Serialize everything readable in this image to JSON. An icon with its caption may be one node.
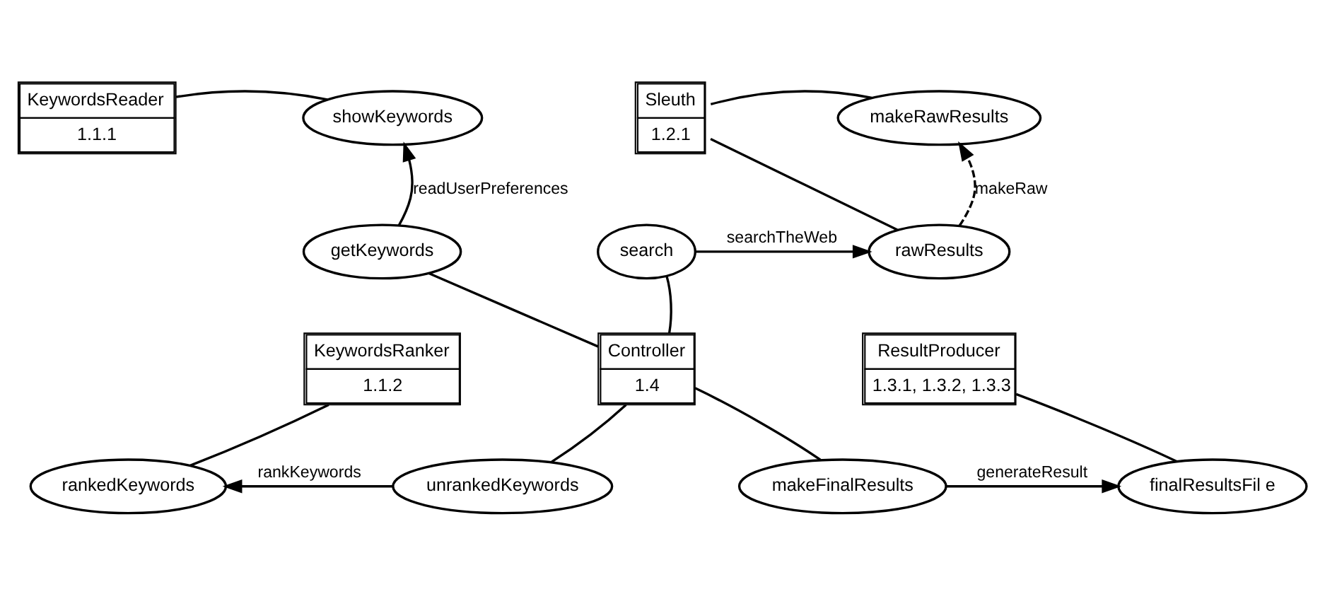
{
  "diagram": {
    "nodes": [
      {
        "text": [
          "KeywordsReader",
          "1.1.1"
        ]
      },
      {
        "text": [
          "showKeywords"
        ]
      },
      {
        "text": [
          "Sleuth",
          "1.2.1"
        ]
      },
      {
        "text": [
          "makeRawResults"
        ]
      },
      {
        "text": [
          "getKeywords"
        ]
      },
      {
        "text": [
          "search"
        ]
      },
      {
        "text": [
          "rawResults"
        ]
      },
      {
        "text": [
          "KeywordsRanker",
          "1.1.2"
        ]
      },
      {
        "text": [
          "Controller",
          "1.4"
        ]
      },
      {
        "text": [
          "ResultProducer",
          "1.3.1, 1.3.2, 1.3.3"
        ]
      },
      {
        "text": [
          "rankedKeywords"
        ]
      },
      {
        "text": [
          "unrankedKeywords"
        ]
      },
      {
        "text": [
          "makeFinalResults"
        ]
      },
      {
        "text": [
          "finalResultsFil e"
        ]
      }
    ],
    "edges": [
      {
        "from": 0,
        "to": 1,
        "arrow": "none"
      },
      {
        "from": 4,
        "to": 1,
        "arrow": "to",
        "label": "readUserPreferences"
      },
      {
        "from": 2,
        "to": 3,
        "arrow": "none"
      },
      {
        "from": 2,
        "to": 6,
        "arrow": "none"
      },
      {
        "from": 6,
        "to": 3,
        "arrow": "to",
        "label": "makeRaw",
        "style": "dashed"
      },
      {
        "from": 5,
        "to": 6,
        "arrow": "to",
        "label": "searchTheWeb"
      },
      {
        "from": 4,
        "to": 8,
        "arrow": "none"
      },
      {
        "from": 5,
        "to": 8,
        "arrow": "none"
      },
      {
        "from": 7,
        "to": 10,
        "arrow": "none"
      },
      {
        "from": 8,
        "to": 11,
        "arrow": "none"
      },
      {
        "from": 8,
        "to": 12,
        "arrow": "none"
      },
      {
        "from": 11,
        "to": 10,
        "arrow": "to",
        "label": "rankKeywords"
      },
      {
        "from": 12,
        "to": 13,
        "arrow": "to",
        "label": "generateResult"
      },
      {
        "from": 9,
        "to": 13,
        "arrow": "none"
      }
    ]
  }
}
